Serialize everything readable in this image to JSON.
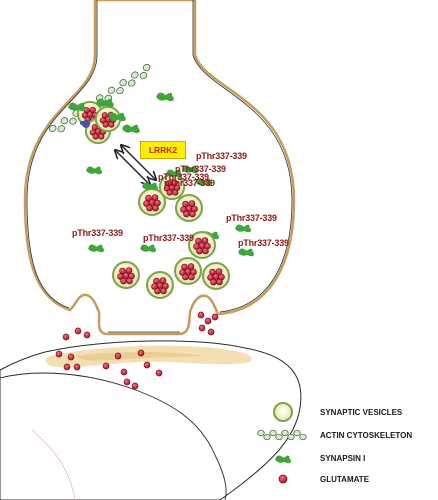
{
  "labels": {
    "protein": "LRRK2",
    "phospho_site": "pThr337-339"
  },
  "legend": [
    {
      "icon": "synaptic-vesicle-icon",
      "text": "SYNAPTIC VESICLES"
    },
    {
      "icon": "actin-filament-icon",
      "text": "ACTIN CYTOSKELETON"
    },
    {
      "icon": "synapsin-icon",
      "text": "SYNAPSIN I"
    },
    {
      "icon": "glutamate-icon",
      "text": "GLUTAMATE"
    }
  ],
  "colors": {
    "membrane": "#c69c5c",
    "vesicle_fill": "#eef0c0",
    "vesicle_ring": "#7ea24c",
    "glutamate": "#c0243a",
    "synapsin": "#3fa63c",
    "actin": "#5a9e4c",
    "phospho_text": "#8b1a1a",
    "lrrk2_box": "#ffee00",
    "lrrk2_text": "#d22020",
    "postsynaptic_density": "#f2d9a8"
  }
}
